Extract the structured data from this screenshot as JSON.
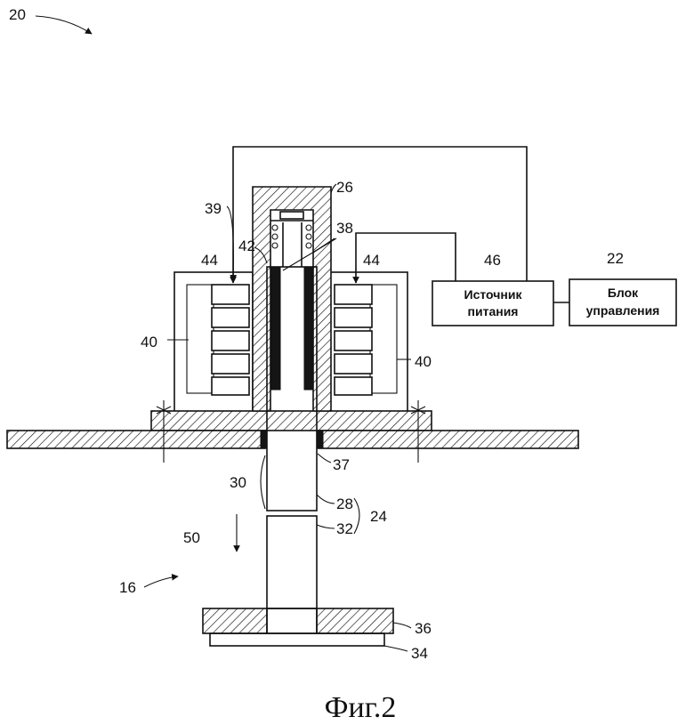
{
  "labels": {
    "r20": "20",
    "r26": "26",
    "r39": "39",
    "r38": "38",
    "r42": "42",
    "r44a": "44",
    "r44b": "44",
    "r46": "46",
    "r22": "22",
    "r40a": "40",
    "r40b": "40",
    "r37": "37",
    "r30": "30",
    "r28": "28",
    "r24": "24",
    "r32": "32",
    "r50": "50",
    "r16": "16",
    "r36": "36",
    "r34": "34"
  },
  "power_box": {
    "line1": "Источник",
    "line2": "питания"
  },
  "control_box": {
    "line1": "Блок",
    "line2": "управления"
  },
  "caption": "Фиг.2"
}
